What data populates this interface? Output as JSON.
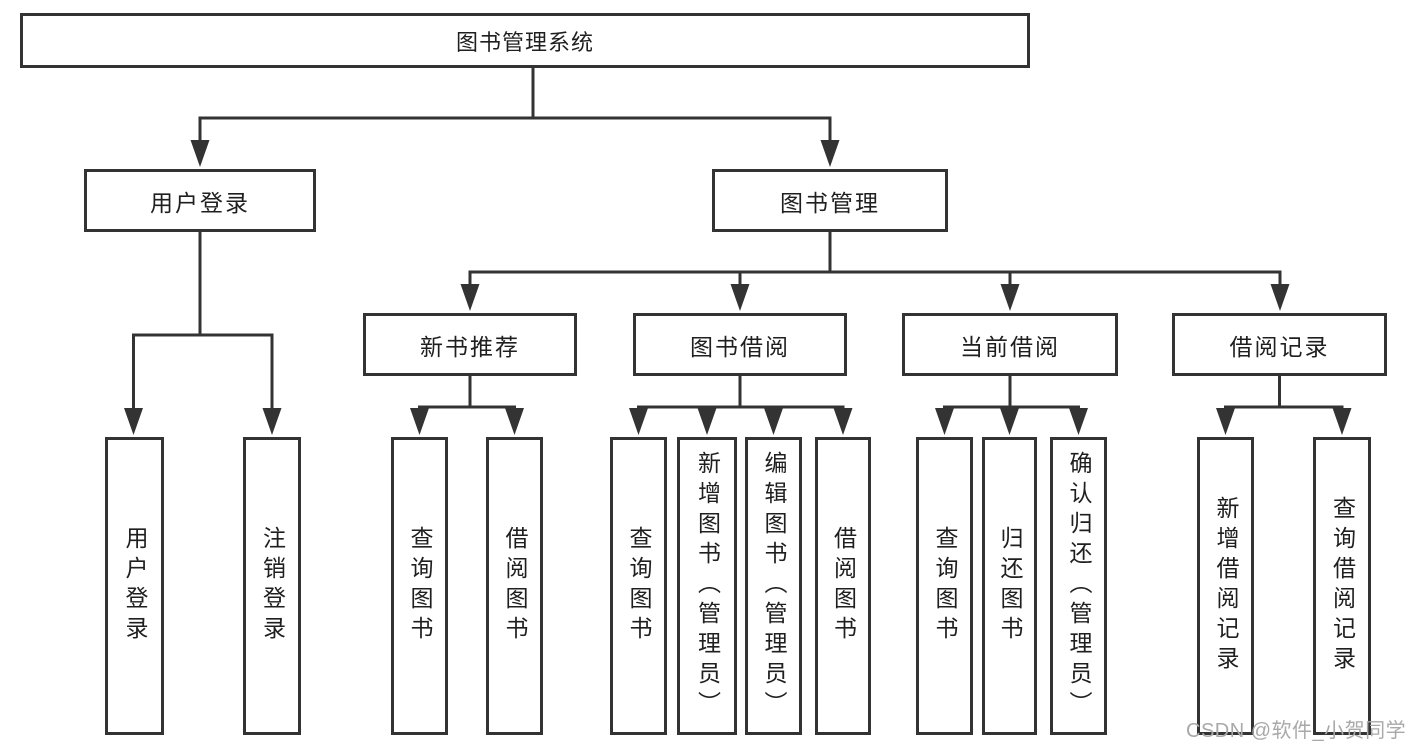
{
  "tree": {
    "label": "图书管理系统",
    "children": [
      {
        "label": "用户登录",
        "children": [
          {
            "label": "用户登录"
          },
          {
            "label": "注销登录"
          }
        ]
      },
      {
        "label": "图书管理",
        "children": [
          {
            "label": "新书推荐",
            "children": [
              {
                "label": "查询图书"
              },
              {
                "label": "借阅图书"
              }
            ]
          },
          {
            "label": "图书借阅",
            "children": [
              {
                "label": "查询图书"
              },
              {
                "label": "新增图书（管理员）"
              },
              {
                "label": "编辑图书（管理员）"
              },
              {
                "label": "借阅图书"
              }
            ]
          },
          {
            "label": "当前借阅",
            "children": [
              {
                "label": "查询图书"
              },
              {
                "label": "归还图书"
              },
              {
                "label": "确认归还（管理员）"
              }
            ]
          },
          {
            "label": "借阅记录",
            "children": [
              {
                "label": "新增借阅记录"
              },
              {
                "label": "查询借阅记录"
              }
            ]
          }
        ]
      }
    ]
  },
  "watermark": {
    "text": "CSDN @软件_小贺同学"
  },
  "colors": {
    "line": "#333333",
    "box_border": "#333333",
    "text": "#1f1f1f",
    "watermark": "#a9a9a9",
    "background": "#ffffff"
  }
}
